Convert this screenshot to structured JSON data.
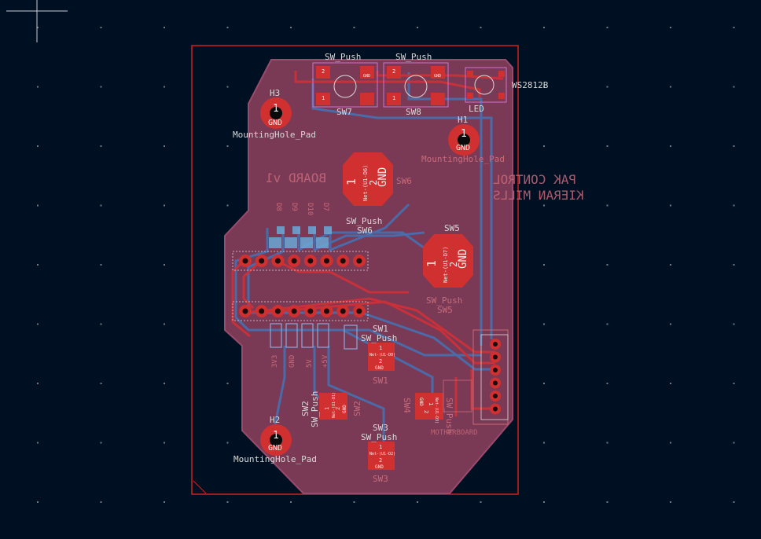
{
  "app": {
    "view": "PCB editor canvas",
    "background_color": "#001023",
    "grid_color": "#6a7a90",
    "cursor": "crosshair"
  },
  "board": {
    "colors": {
      "edge_cuts": "#d0201a",
      "copper_front": "#c8303a",
      "copper_back": "#4a6aa8",
      "fill": "#7a3a55",
      "silkscreen_front": "#d8d8d8",
      "silkscreen_back": "#c86a7a",
      "pad": "#d03030",
      "pad_text": "#f2e8e8",
      "highlight": "#d070d0"
    },
    "back_silk_text": {
      "title": "PAK CONTROL",
      "author": "KIERAN MILLS",
      "revision": "BOARD v1",
      "connector": "MOTHERBOARD"
    },
    "mounting_holes": [
      {
        "ref": "H3",
        "value": "MountingHole_Pad",
        "pad_number": "1",
        "net": "GND"
      },
      {
        "ref": "H1",
        "value": "MountingHole_Pad",
        "pad_number": "1",
        "net": "GND"
      },
      {
        "ref": "H2",
        "value": "MountingHole_Pad",
        "pad_number": "1",
        "net": "GND"
      }
    ],
    "switches_top": [
      {
        "ref": "SW7",
        "value": "SW_Push",
        "pad1": "1",
        "pad2": "2",
        "net1": "GND"
      },
      {
        "ref": "SW8",
        "value": "SW_Push",
        "pad1": "1",
        "pad2": "2",
        "net1": "GND"
      }
    ],
    "led": {
      "ref": "LED",
      "value": "WS2812B"
    },
    "big_pads": [
      {
        "ref": "SW6",
        "value": "SW_Push",
        "pad_number": "1",
        "pad_number_2": "2",
        "net": "Net-(U1-D6)",
        "net2": "GND"
      },
      {
        "ref": "SW5",
        "value": "SW_Push",
        "pad_number": "1",
        "pad_number_2": "2",
        "net": "Net-(U1-D7)",
        "net2": "GND"
      }
    ],
    "small_switches": [
      {
        "ref": "SW1",
        "value": "SW_Push",
        "pad1": "1",
        "pad2": "2",
        "net1": "Net-(U1-D0)",
        "net2": "GND"
      },
      {
        "ref": "SW2",
        "value": "SW_Push",
        "pad1": "1",
        "pad2": "2",
        "net1": "Net-(U1-D1)",
        "net2": "GND"
      },
      {
        "ref": "SW3",
        "value": "SW_Push",
        "pad1": "1",
        "pad2": "2",
        "net1": "Net-(U1-D2)",
        "net2": "GND"
      },
      {
        "ref": "SW4",
        "value": "SW_Push",
        "pad1": "1",
        "pad2": "2",
        "net1": "Net-(U1-D3)",
        "net2": "GND"
      }
    ],
    "mcu_header_pins": 8,
    "connector_pins": 6,
    "bottom_header_labels": [
      "3V3",
      "GND",
      "5V",
      "+5V"
    ],
    "top_header_labels": [
      "D8",
      "D9",
      "D10",
      "D7"
    ]
  }
}
